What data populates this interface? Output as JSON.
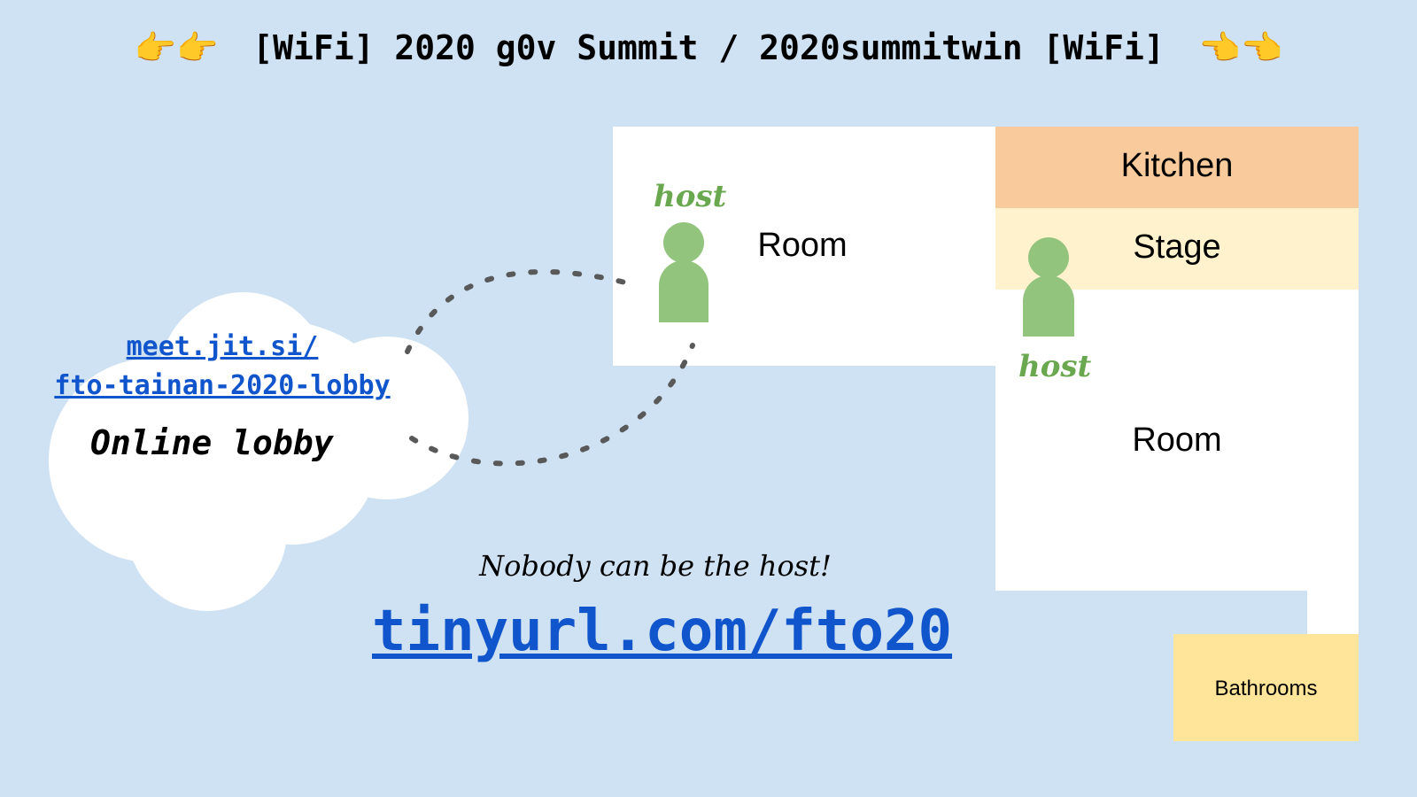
{
  "banner": {
    "left_icon": "pointing-right-hands-icon",
    "right_icon": "pointing-left-hands-icon",
    "text": "[WiFi] 2020 g0v Summit / 2020summitwin [WiFi]",
    "left_glyphs": "👉👉",
    "right_glyphs": "👈👈"
  },
  "floorplan": {
    "room_left_label": "Room",
    "room_right_label": "Room",
    "kitchen_label": "Kitchen",
    "stage_label": "Stage",
    "bathrooms_label": "Bathrooms"
  },
  "hosts": {
    "host_left_label": "host",
    "host_right_label": "host"
  },
  "lobby": {
    "link_line1": "meet.jit.si/",
    "link_line2": "fto-tainan-2020-lobby",
    "title": "Online lobby"
  },
  "footer": {
    "tagline": "Nobody can be the host!",
    "link": "tinyurl.com/fto20"
  },
  "colors": {
    "background": "#cfe2f3",
    "kitchen": "#f9cb9c",
    "stage": "#fff2cc",
    "bathrooms": "#ffe599",
    "host": "#93c47d",
    "link": "#1155cc"
  }
}
